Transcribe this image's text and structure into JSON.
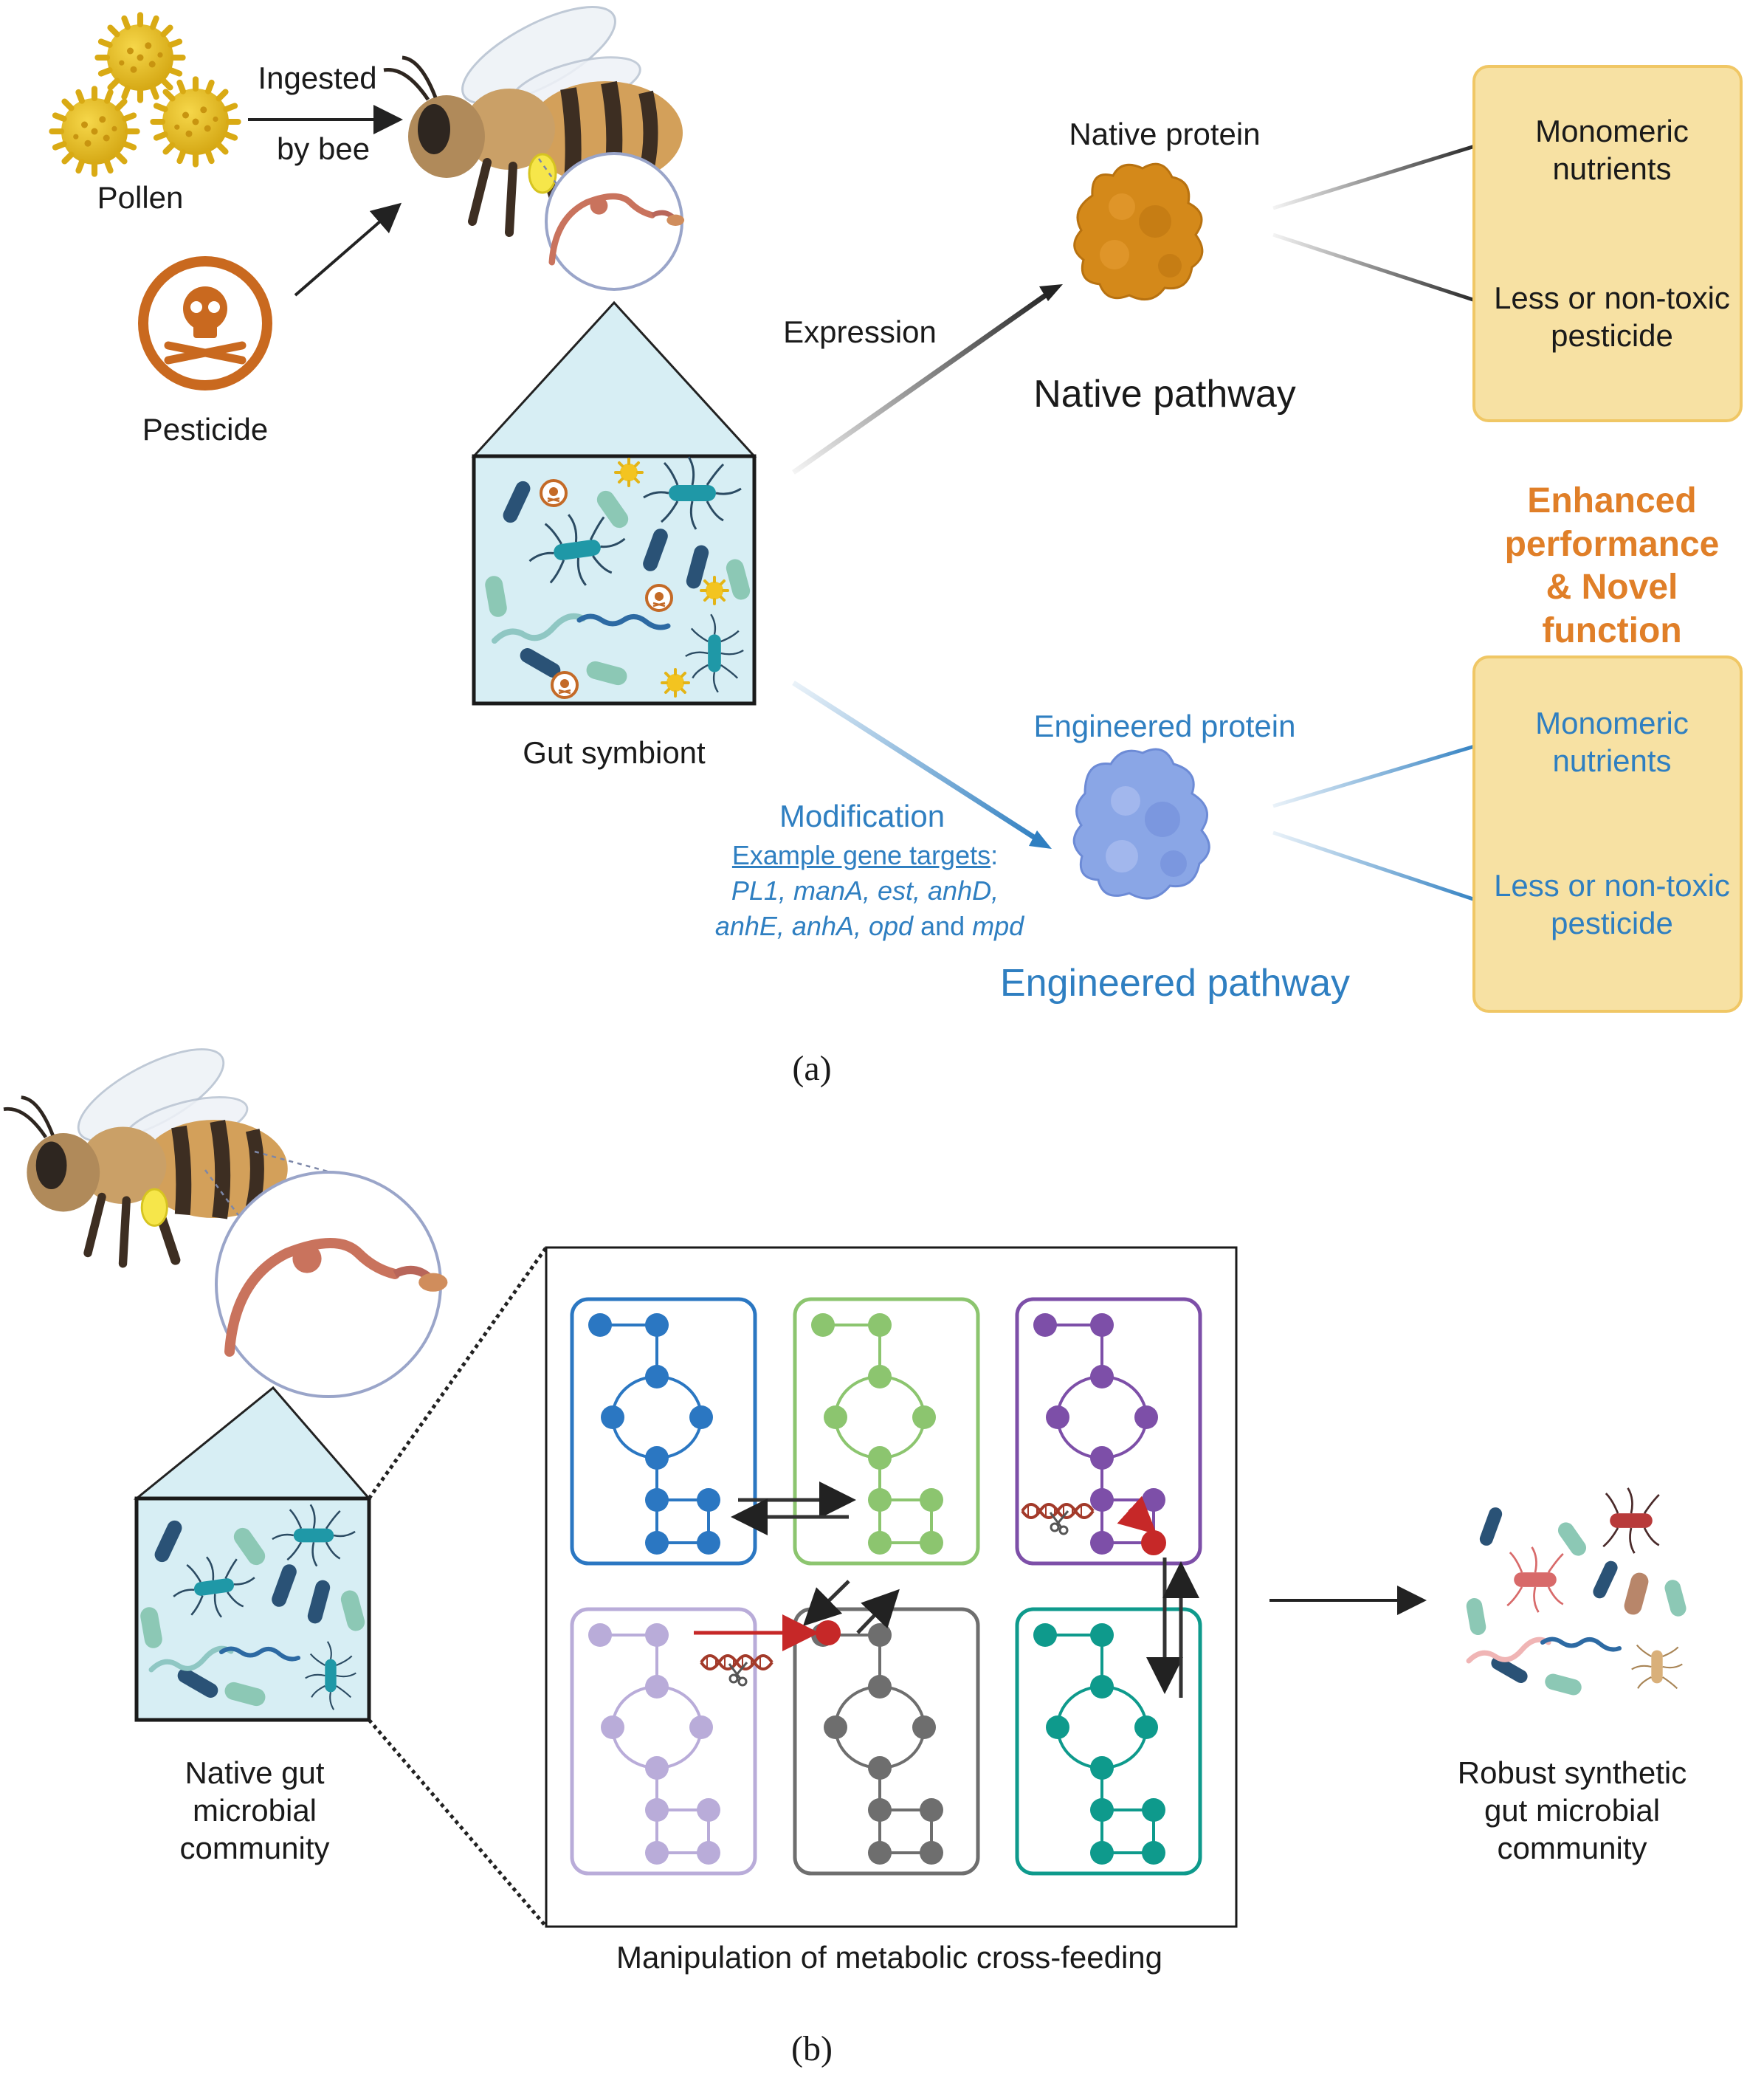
{
  "panel_a": {
    "pollen": "Pollen",
    "ingested_line1": "Ingested",
    "ingested_line2": "by bee",
    "pesticide": "Pesticide",
    "gut_symbiont": "Gut symbiont",
    "expression": "Expression",
    "native_protein": "Native protein",
    "native_pathway": "Native pathway",
    "native_out_1": "Monomeric nutrients",
    "native_out_2": "Less or non-toxic pesticide",
    "enhanced_label": "Enhanced performance & Novel function",
    "engineered_protein": "Engineered protein",
    "engineered_pathway": "Engineered pathway",
    "modification": "Modification",
    "gene_targets_heading": "Example gene targets",
    "gene_targets_colon": ":",
    "genes_line1": "PL1, manA, est, anhD,",
    "genes_line2_a": "anhE, anhA, opd",
    "genes_line2_and": " and ",
    "genes_line2_b": "mpd",
    "engineered_out_1": "Monomeric nutrients",
    "engineered_out_2": "Less or non-toxic pesticide",
    "letter": "(a)"
  },
  "panel_b": {
    "native_community": "Native gut microbial community",
    "cross_feeding": "Manipulation of metabolic cross-feeding",
    "synthetic_community": "Robust synthetic gut microbial community",
    "letter": "(b)"
  },
  "colors": {
    "native_arrow": "#222222",
    "engineered_blue": "#2f7fc1",
    "enhanced_orange": "#e07f28",
    "output_box_fill": "#f7e1a3",
    "native_protein": "#d4891a",
    "engineered_protein": "#8aa6e6",
    "network_blue": "#2b77c2",
    "network_green": "#8cc56f",
    "network_purple": "#7d4fa8",
    "network_lavender": "#b9acd9",
    "network_gray": "#6e6e6e",
    "network_teal": "#0e9a8c",
    "edit_red": "#c62828"
  },
  "icons": [
    "pollen-icon",
    "bee-icon",
    "pesticide-icon",
    "gut-icon",
    "protein-icon",
    "dna-scissors-icon",
    "bacteria-icon"
  ]
}
